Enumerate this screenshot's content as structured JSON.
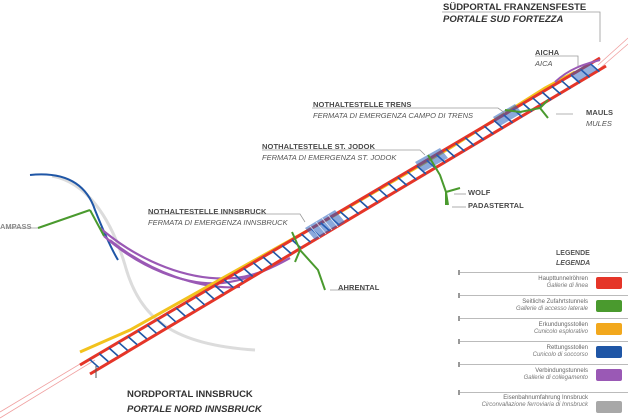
{
  "labels": {
    "suedportal": {
      "de": "SÜDPORTAL FRANZENSFESTE",
      "it": "PORTALE SUD FORTEZZA"
    },
    "aicha": {
      "de": "AICHA",
      "it": "AICA"
    },
    "trens": {
      "de": "NOTHALTESTELLE TRENS",
      "it": "FERMATA DI EMERGENZA CAMPO DI TRENS"
    },
    "mauls": {
      "de": "MAULS",
      "it": "MULES"
    },
    "st_jodok": {
      "de": "NOTHALTESTELLE ST. JODOK",
      "it": "FERMATA DI EMERGENZA ST. JODOK"
    },
    "wolf": {
      "de": "WOLF"
    },
    "padastertal": {
      "de": "PADASTERTAL"
    },
    "innsbruck_stop": {
      "de": "NOTHALTESTELLE INNSBRUCK",
      "it": "FERMATA DI EMERGENZA INNSBRUCK"
    },
    "ampass": {
      "de": "AMPASS"
    },
    "ahrental": {
      "de": "AHRENTAL"
    },
    "nordportal": {
      "de": "NORDPORTAL INNSBRUCK",
      "it": "PORTALE NORD INNSBRUCK"
    }
  },
  "legend": {
    "title_de": "LEGENDE",
    "title_it": "LEGENDA",
    "items": [
      {
        "de": "Haupttunnelröhren",
        "it": "Gallerie di linea",
        "color": "#e53528"
      },
      {
        "de": "Seitliche Zufahrtstunnels",
        "it": "Gallerie di accesso laterale",
        "color": "#4a9a2e"
      },
      {
        "de": "Erkundungsstollen",
        "it": "Cunicolo esplorativo",
        "color": "#f2a81d"
      },
      {
        "de": "Rettungsstollen",
        "it": "Cunicolo di soccorso",
        "color": "#1f56a6"
      },
      {
        "de": "Verbindungstunnels",
        "it": "Gallerie di collegamento",
        "color": "#9a59b5"
      },
      {
        "de": "Eisenbahnumfahrung Innsbruck",
        "it": "Circonvallazione ferroviaria di Innsbruck",
        "color": "#a8a8a8"
      }
    ]
  }
}
